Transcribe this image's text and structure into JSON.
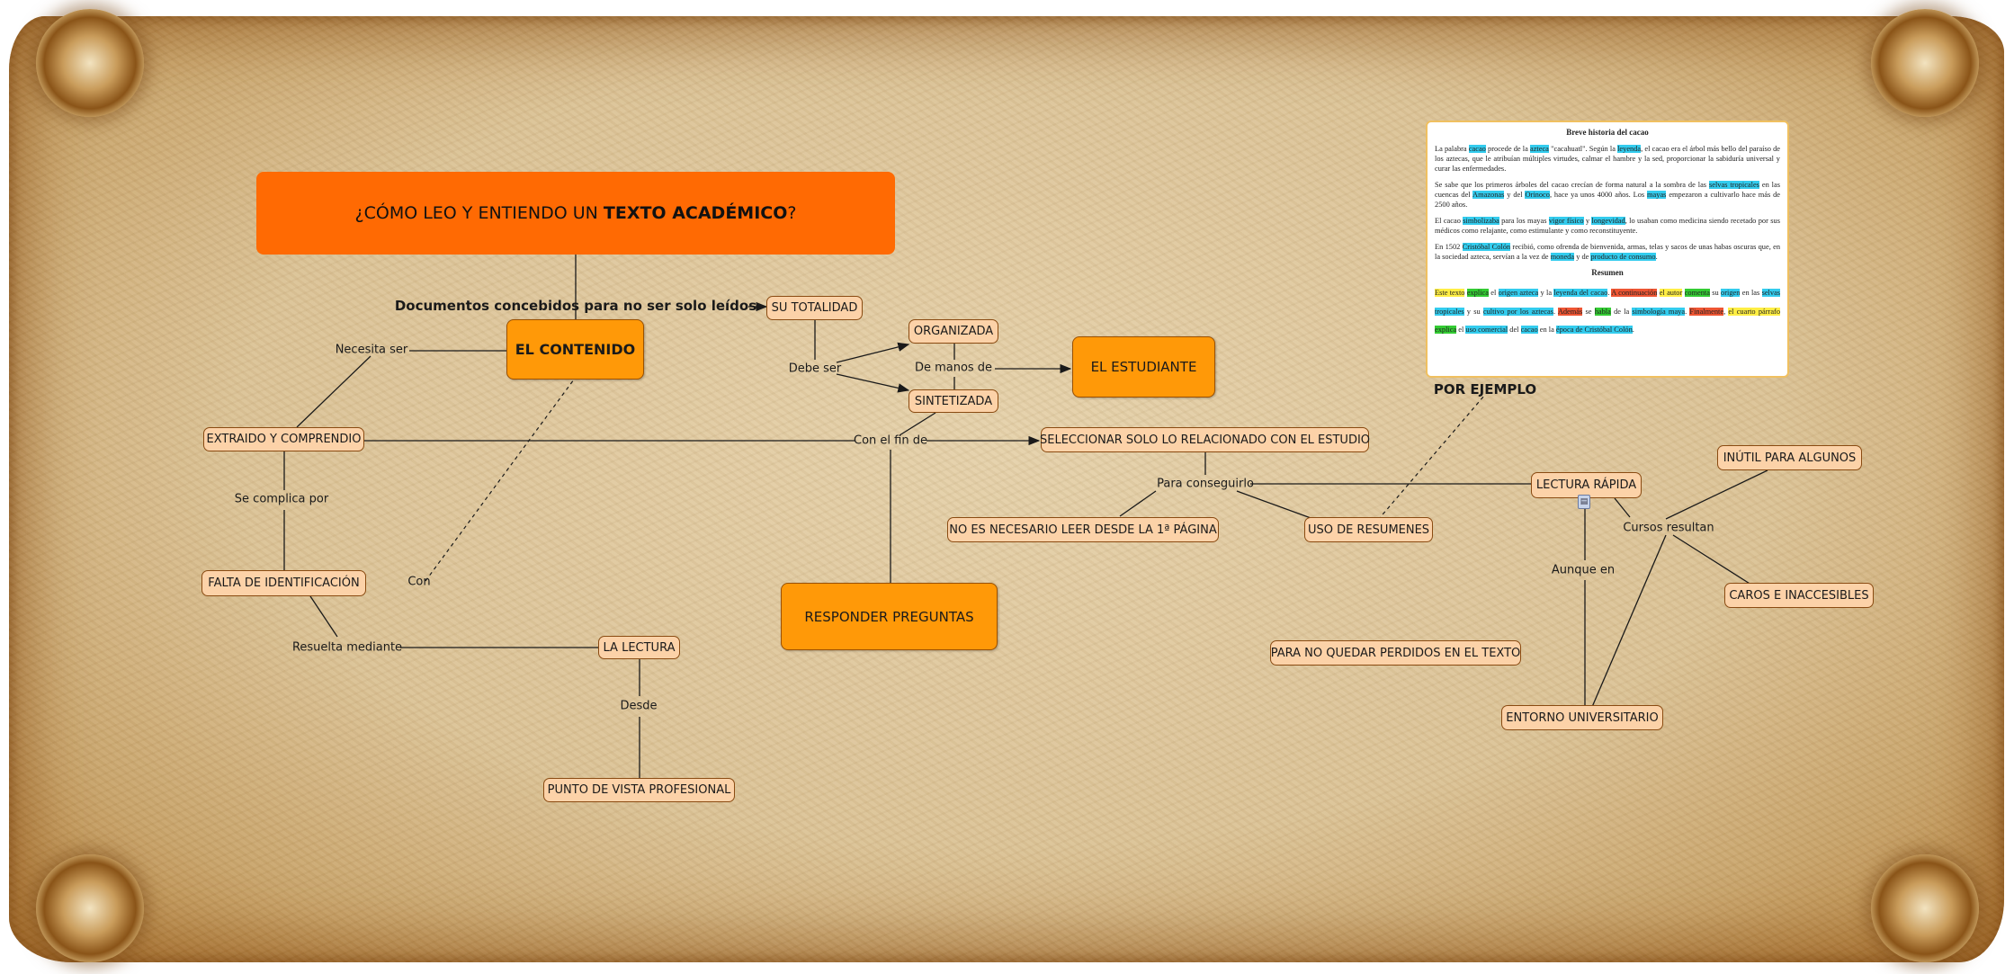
{
  "title": {
    "pre": "¿CÓMO LEO Y ENTIENDO UN ",
    "strong": "TEXTO ACADÉMICO",
    "post": "?"
  },
  "nodes": {
    "contenido": "EL CONTENIDO",
    "totalidad": "SU TOTALIDAD",
    "organizada": "ORGANIZADA",
    "sintetizada": "SINTETIZADA",
    "estudiante": "EL ESTUDIANTE",
    "extraido": "EXTRAIDO Y COMPRENDIO",
    "seleccionar": "SELECCIONAR SOLO LO RELACIONADO CON EL ESTUDIO",
    "falta": "FALTA DE IDENTIFICACIÓN",
    "lectura": "LA LECTURA",
    "punto": "PUNTO DE VISTA PROFESIONAL",
    "responder": "RESPONDER PREGUNTAS",
    "no_necesario": "NO ES NECESARIO LEER DESDE LA 1ª PÁGINA",
    "uso": "USO DE RESUMENES",
    "lectura_rapida": "LECTURA RÁPIDA",
    "inutil": "INÚTIL PARA ALGUNOS",
    "caros": "CAROS E INACCESIBLES",
    "perdidos": "PARA NO QUEDAR PERDIDOS EN EL TEXTO",
    "entorno": "ENTORNO UNIVERSITARIO"
  },
  "labels": {
    "documentos": "Documentos concebidos para no ser solo leídos",
    "necesita": "Necesita ser",
    "debe": "Debe ser",
    "manos": "De manos de",
    "fin": "Con el fin de",
    "complica": "Se complica por",
    "con": "Con",
    "resuelta": "Resuelta mediante",
    "desde": "Desde",
    "conseguirlo": "Para conseguirlo",
    "cursos": "Cursos resultan",
    "aunque": "Aunque en",
    "ejemplo": "POR EJEMPLO"
  },
  "doc": {
    "heading": "Breve historia del cacao",
    "resumen_heading": "Resumen"
  },
  "icons": {
    "attachment": "attachment-icon"
  },
  "colors": {
    "title": "#ff6a03",
    "main_node": "#ff9908",
    "concept": "#fcd2a8"
  }
}
